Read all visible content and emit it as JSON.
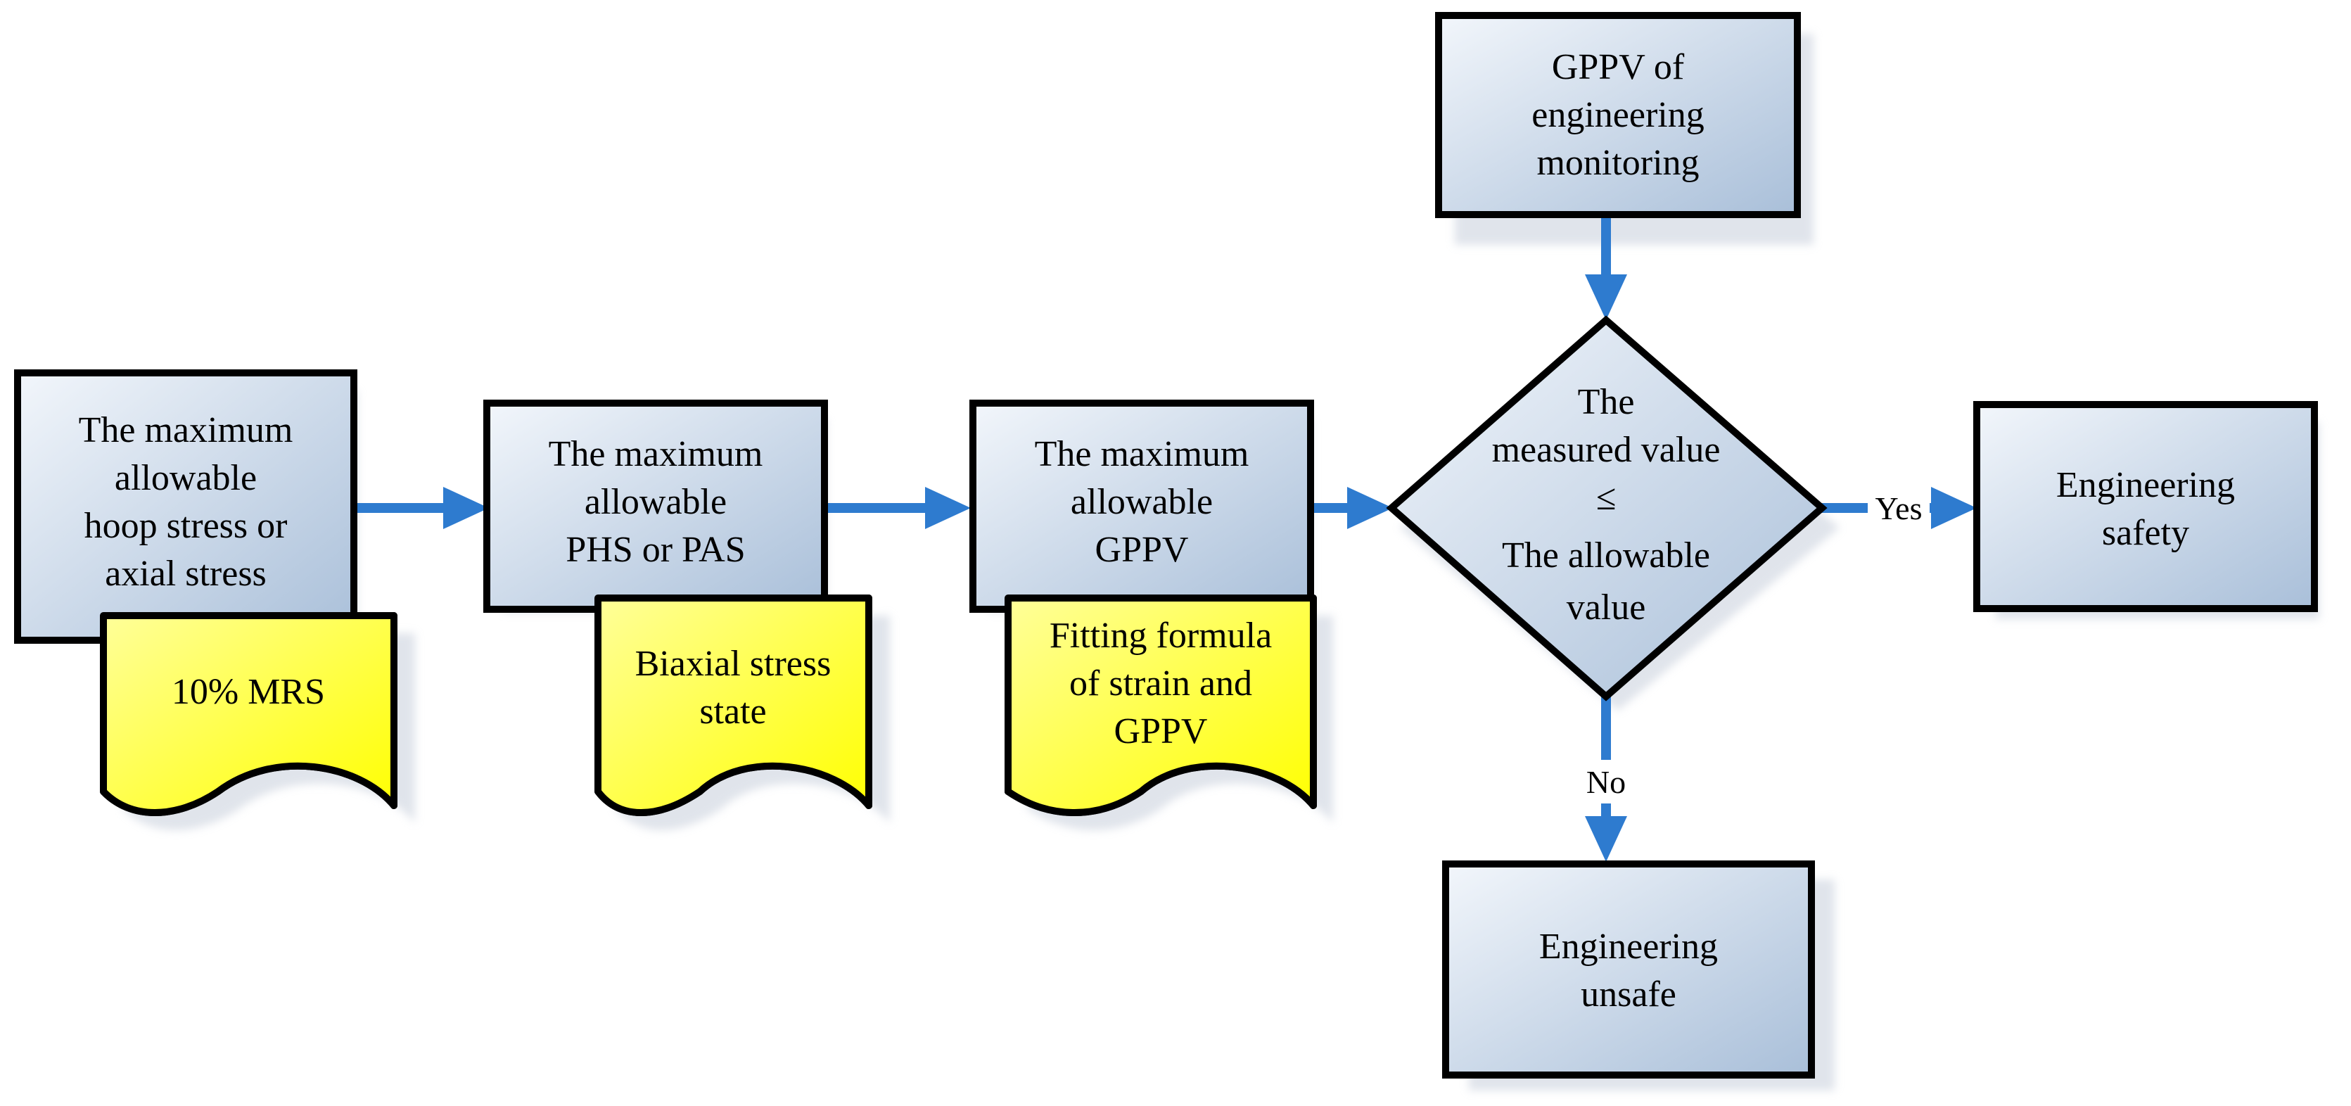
{
  "colors": {
    "box_fill_light": "#f2f6fb",
    "box_fill_dark": "#a9bfd9",
    "note_fill_light": "#ffff99",
    "note_fill_dark": "#ffff00",
    "stroke": "#000000",
    "arrow": "#2e7bcf",
    "shadow": "#c7cfdb"
  },
  "nodes": {
    "hoop_stress": [
      "The maximum",
      "allowable",
      "hoop stress or",
      "axial  stress"
    ],
    "mrs_note": [
      "10% MRS"
    ],
    "phs_pas": [
      "The maximum",
      "allowable",
      "PHS or PAS"
    ],
    "biaxial_note": [
      "Biaxial stress",
      "state"
    ],
    "gppv_max": [
      "The maximum",
      "allowable",
      "GPPV"
    ],
    "fitting_note": [
      "Fitting formula",
      "of strain and",
      "GPPV"
    ],
    "monitoring": [
      "GPPV of",
      "engineering",
      "monitoring"
    ],
    "decision": [
      "The",
      "measured value",
      "≤",
      "The allowable",
      "value"
    ],
    "safety": [
      "Engineering",
      "safety"
    ],
    "unsafe": [
      "Engineering",
      "unsafe"
    ]
  },
  "edges": {
    "yes_label": "Yes",
    "no_label": "No"
  }
}
